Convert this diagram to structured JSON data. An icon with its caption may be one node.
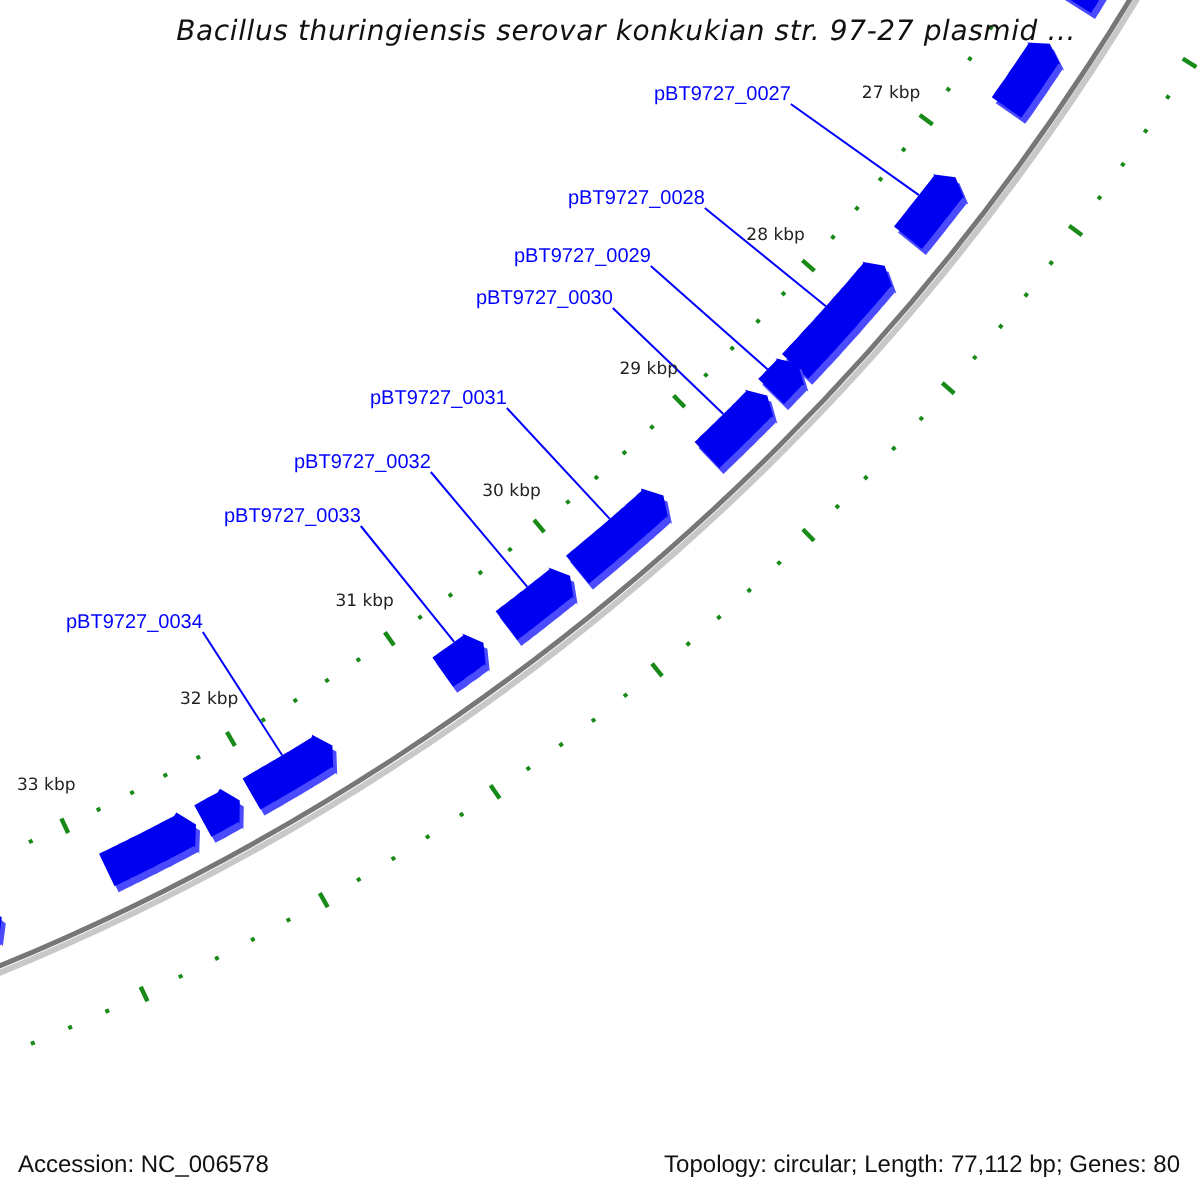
{
  "diagram": {
    "title": "Bacillus thuringiensis serovar konkukian str. 97-27 plasmid ...",
    "nodes": [
      {
        "text": [
          "pBT9727_0027"
        ]
      },
      {
        "text": [
          "pBT9727_0028"
        ]
      },
      {
        "text": [
          "pBT9727_0029"
        ]
      },
      {
        "text": [
          "pBT9727_0030"
        ]
      },
      {
        "text": [
          "pBT9727_0031"
        ]
      },
      {
        "text": [
          "pBT9727_0032"
        ]
      },
      {
        "text": [
          "pBT9727_0033"
        ]
      },
      {
        "text": [
          "pBT9727_0034"
        ]
      },
      {
        "text": [],
        "shape": "bar"
      },
      {
        "text": [],
        "shape": "bar"
      },
      {
        "text": [],
        "shape": "bar"
      },
      {
        "text": [],
        "shape": "bar"
      },
      {
        "text": [],
        "shape": "bar"
      },
      {
        "text": [],
        "shape": "bar"
      },
      {
        "text": [],
        "shape": "bar"
      },
      {
        "text": [],
        "shape": "bar"
      },
      {
        "text": [],
        "shape": "bar"
      },
      {
        "text": [],
        "shape": "bar"
      },
      {
        "text": [],
        "shape": "bar"
      },
      {
        "text": [],
        "shape": "bar"
      },
      {
        "text": [],
        "shape": "bar"
      }
    ],
    "edges": [
      {
        "from": 0,
        "to": 10,
        "arrow": "none"
      },
      {
        "from": 1,
        "to": 11,
        "arrow": "none"
      },
      {
        "from": 2,
        "to": 12,
        "arrow": "none"
      },
      {
        "from": 3,
        "to": 13,
        "arrow": "none"
      },
      {
        "from": 4,
        "to": 14,
        "arrow": "none"
      },
      {
        "from": 5,
        "to": 15,
        "arrow": "none"
      },
      {
        "from": 6,
        "to": 16,
        "arrow": "none"
      },
      {
        "from": 7,
        "to": 17,
        "arrow": "none"
      }
    ],
    "labels": [
      "27 kbp",
      "28 kbp",
      "29 kbp",
      "30 kbp",
      "31 kbp",
      "32 kbp",
      "33 kbp",
      "Accession: NC_006578",
      "Topology: circular; Length: 77,112 bp; Genes: 80"
    ]
  }
}
